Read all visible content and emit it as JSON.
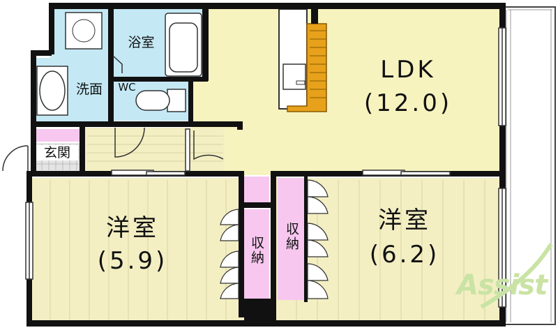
{
  "rooms": {
    "ldk": {
      "name": "LDK",
      "size": "(12.0)"
    },
    "western1": {
      "name": "洋室",
      "size": "(5.9)"
    },
    "western2": {
      "name": "洋室",
      "size": "(6.2)"
    },
    "bath": {
      "name": "浴室"
    },
    "washroom": {
      "name": "洗面"
    },
    "toilet": {
      "name": "WC"
    },
    "entrance": {
      "name": "玄関"
    },
    "storage1": {
      "name": "収納"
    },
    "storage2": {
      "name": "収納"
    }
  },
  "logo": {
    "text": "Assist"
  },
  "colors": {
    "ldk_floor": "#f7f3bf",
    "wood_floor": "#f3efc3",
    "wet_area": "#c4e9f5",
    "storage": "#f7c7ef",
    "wall": "#111111",
    "counter": "#e7a11b"
  }
}
